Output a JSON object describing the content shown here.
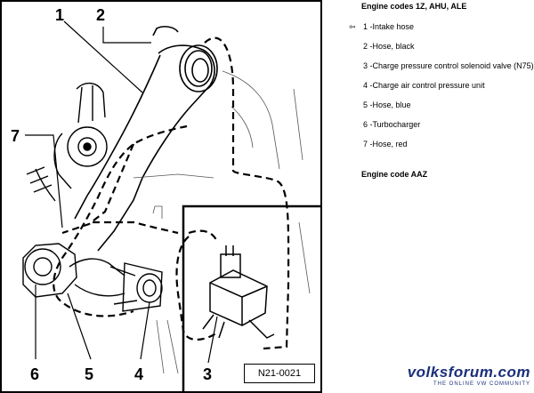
{
  "diagram": {
    "callouts": [
      "1",
      "2",
      "3",
      "4",
      "5",
      "6",
      "7"
    ],
    "figure_code": "N21-0021"
  },
  "legend": {
    "heading_1": "Engine codes 1Z, AHU, ALE",
    "arrow_glyph": "⇦",
    "items": [
      "1 -Intake hose",
      "2 -Hose, black",
      "3 -Charge pressure control solenoid valve (N75)",
      "4 -Charge air control pressure unit",
      "5 -Hose, blue",
      "6 -Turbocharger",
      "7 -Hose, red"
    ],
    "heading_2": "Engine code AAZ"
  },
  "brand": {
    "name": "volksforum.com",
    "tagline": "THE ONLINE VW COMMUNITY",
    "color": "#1b2f7a"
  }
}
